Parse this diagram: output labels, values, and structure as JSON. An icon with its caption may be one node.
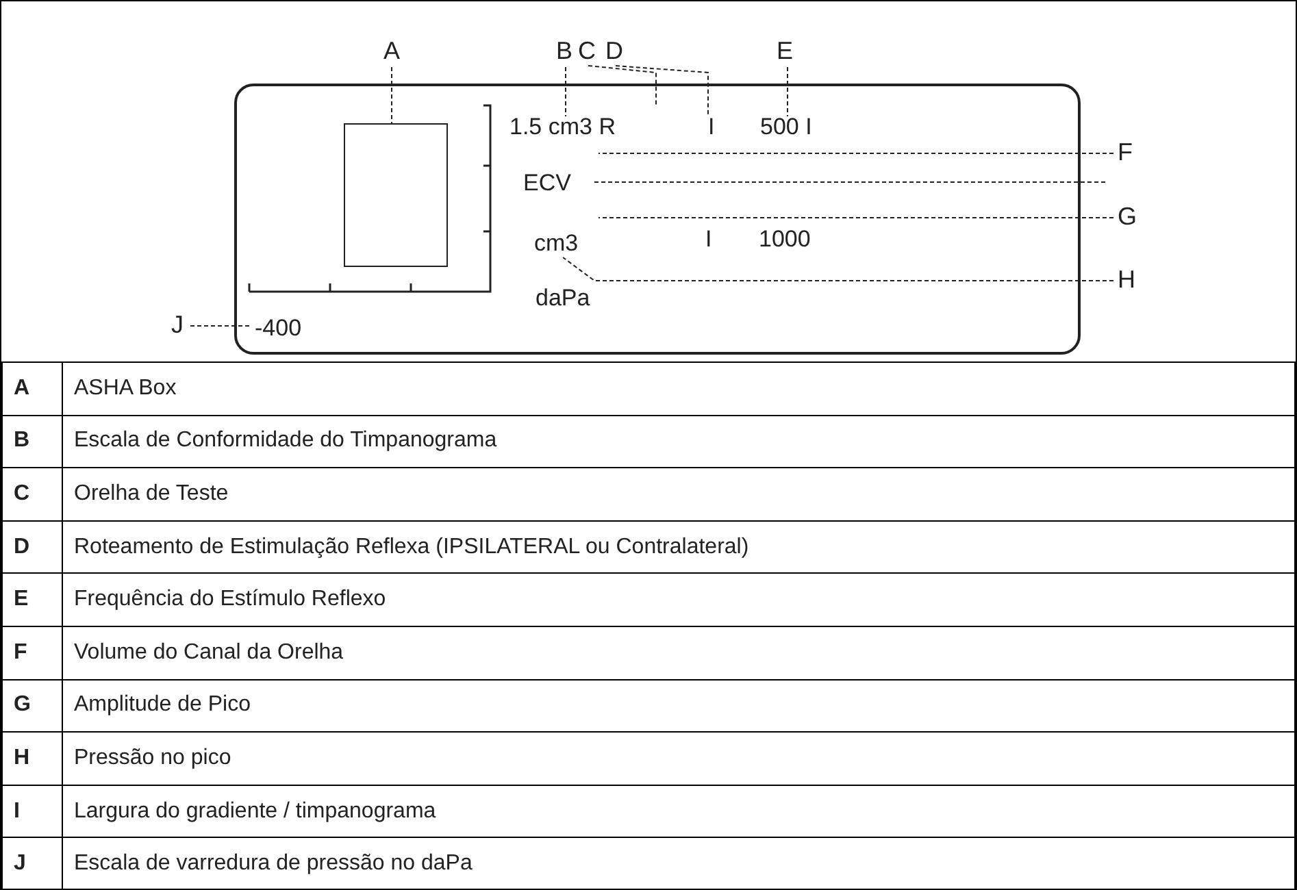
{
  "diagram": {
    "nodes": [
      {
        "text": [],
        "shape": "box"
      },
      {
        "text": [],
        "shape": "box",
        "in": 0
      },
      {
        "text": [
          "A"
        ]
      },
      {
        "text": [
          "B"
        ]
      },
      {
        "text": [
          "C"
        ]
      },
      {
        "text": [
          "D"
        ]
      },
      {
        "text": [
          "E"
        ]
      },
      {
        "text": [
          "F"
        ]
      },
      {
        "text": [
          "G"
        ]
      },
      {
        "text": [
          "H"
        ]
      },
      {
        "text": [
          "J"
        ]
      },
      {
        "text": [
          "1.5 cm3 R"
        ],
        "in": 0
      },
      {
        "text": [
          "I"
        ],
        "in": 0
      },
      {
        "text": [
          "500 I"
        ],
        "in": 0
      },
      {
        "text": [
          "cm3"
        ],
        "in": 0
      },
      {
        "text": [
          "-400"
        ],
        "in": 0
      }
    ],
    "edges": [
      {
        "from": 2,
        "to": 1,
        "arrow": "none",
        "style": "dashed"
      },
      {
        "from": 3,
        "to": 11,
        "arrow": "none",
        "style": "dashed"
      },
      {
        "from": 4,
        "to": 0,
        "arrow": "none",
        "style": "dashed"
      },
      {
        "from": 5,
        "to": 12,
        "arrow": "none",
        "style": "dashed"
      },
      {
        "from": 6,
        "to": 13,
        "arrow": "none",
        "style": "dashed"
      },
      {
        "from": 7,
        "to": 11,
        "arrow": "none",
        "style": "dashed"
      },
      {
        "from": 8,
        "to": 14,
        "arrow": "none",
        "style": "dashed"
      },
      {
        "from": 9,
        "to": 14,
        "arrow": "none",
        "style": "dashed"
      },
      {
        "from": 10,
        "to": 15,
        "arrow": "none",
        "style": "dashed"
      }
    ],
    "labels": [
      "ECV",
      "I",
      "1000",
      "daPa",
      "A",
      "ASHA Box",
      "B",
      "Escala de Conformidade do Timpanograma",
      "C",
      "Orelha de Teste",
      "D",
      "Roteamento de Estimulação Reflexa (IPSILATERAL ou Contralateral)",
      "E",
      "Frequência do Estímulo Reflexo",
      "F",
      "Volume do Canal da Orelha",
      "G",
      "Amplitude de Pico",
      "H",
      "Pressão no pico",
      "I",
      "Largura do gradiente / timpanograma",
      "J",
      "Escala de varredura de pressão no daPa"
    ]
  }
}
